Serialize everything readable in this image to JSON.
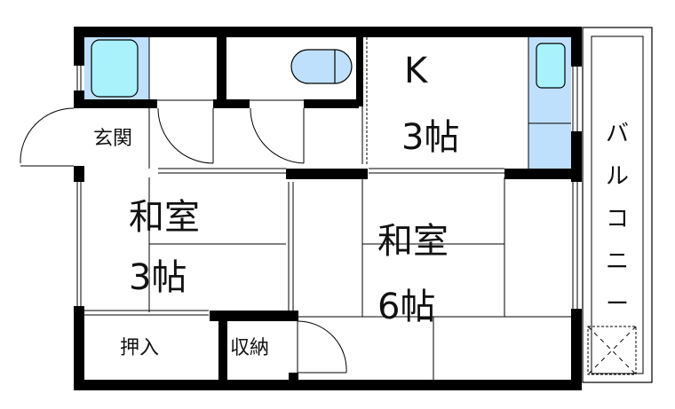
{
  "floorplan": {
    "colors": {
      "wall": "#000000",
      "wet_area": "#bfe0fc",
      "fixture": "#a9f2fc",
      "line": "#000000",
      "background": "#ffffff"
    },
    "rooms": {
      "kitchen": {
        "name": "K",
        "size": "3帖"
      },
      "washitsu_a": {
        "name": "和室",
        "size": "3帖"
      },
      "washitsu_b": {
        "name": "和室",
        "size": "6帖"
      },
      "genkan": {
        "name": "玄関"
      },
      "oshiire": {
        "name": "押入"
      },
      "shuno": {
        "name": "収納"
      },
      "balcony": {
        "name": "バルコニー",
        "chars": [
          "バ",
          "ル",
          "コ",
          "ニ",
          "ー"
        ]
      }
    },
    "fixtures": [
      "bathtub",
      "toilet",
      "kitchen-sink",
      "balcony-hatch"
    ]
  }
}
